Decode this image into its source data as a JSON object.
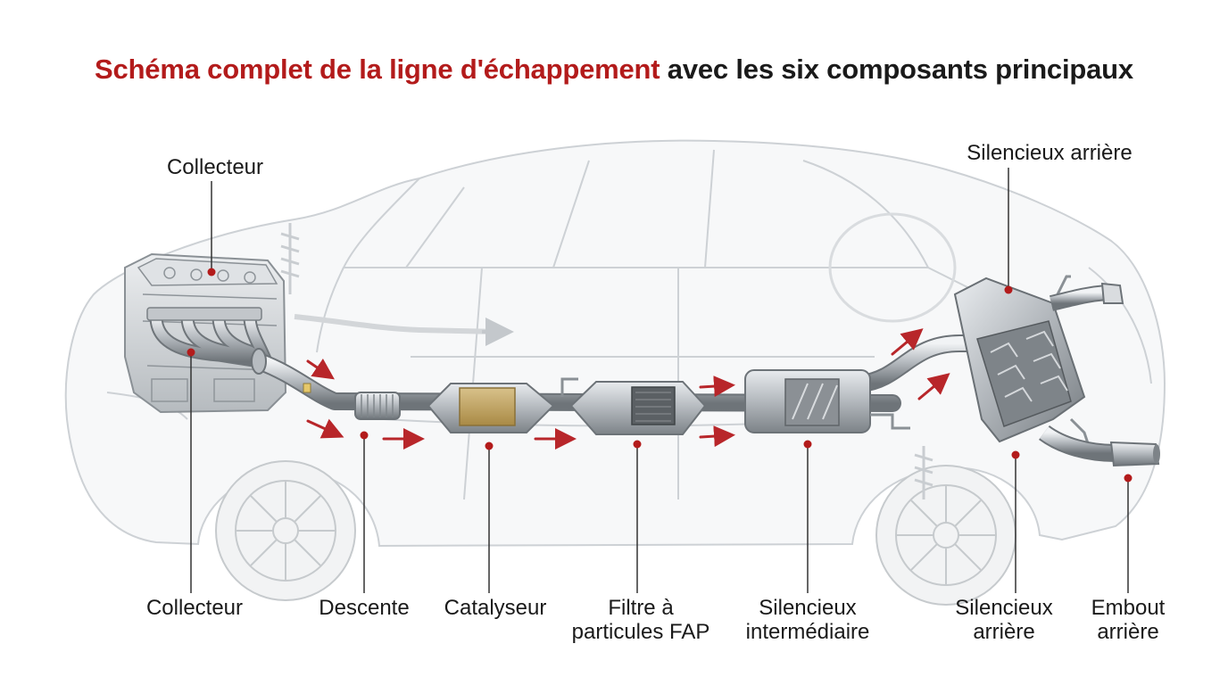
{
  "title": {
    "accent": "Schéma complet de la ligne d'échappement",
    "rest": " avec les six composants principaux"
  },
  "colors": {
    "accent": "#b31b1b",
    "arrow": "#b8262a",
    "metal": "#a9aeb3",
    "car_outline": "#c9cdd1"
  },
  "labels": {
    "top_collecteur": "Collecteur",
    "top_silencieux_arriere": "Silencieux arrière",
    "collecteur": "Collecteur",
    "descente": "Descente",
    "catalyseur": "Catalyseur",
    "fap": [
      "Filtre à",
      "particules FAP"
    ],
    "silencieux_intermediaire": [
      "Silencieux",
      "intermédiaire"
    ],
    "silencieux_arriere": [
      "Silencieux",
      "arrière"
    ],
    "embout_arriere": [
      "Embout",
      "arrière"
    ]
  }
}
